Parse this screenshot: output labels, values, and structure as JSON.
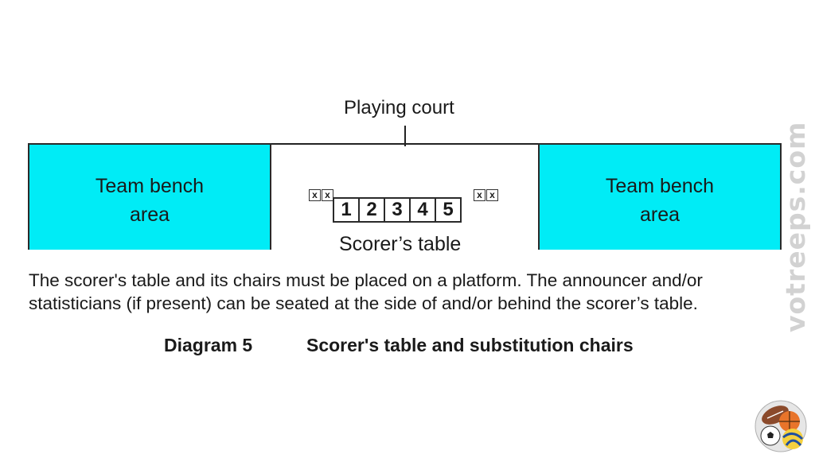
{
  "diagram": {
    "court_label": "Playing court",
    "bench_left": {
      "line1": "Team bench",
      "line2": "area"
    },
    "bench_right": {
      "line1": "Team bench",
      "line2": "area"
    },
    "chair_marks": [
      "x",
      "x"
    ],
    "table_positions": [
      "1",
      "2",
      "3",
      "4",
      "5"
    ],
    "scorer_label": "Scorer’s table",
    "caption": "The scorer's table and its chairs must be placed on a platform. The announcer and/or statisticians (if present) can be seated at the side of and/or behind the scorer’s table.",
    "diagram_number": "Diagram 5",
    "diagram_title": "Scorer's table and substitution chairs"
  },
  "watermark": "votreeps.com",
  "colors": {
    "bench_fill": "#00ecf6",
    "line": "#222222",
    "watermark": "#d2d2d2"
  },
  "logo": "sports-balls-logo"
}
